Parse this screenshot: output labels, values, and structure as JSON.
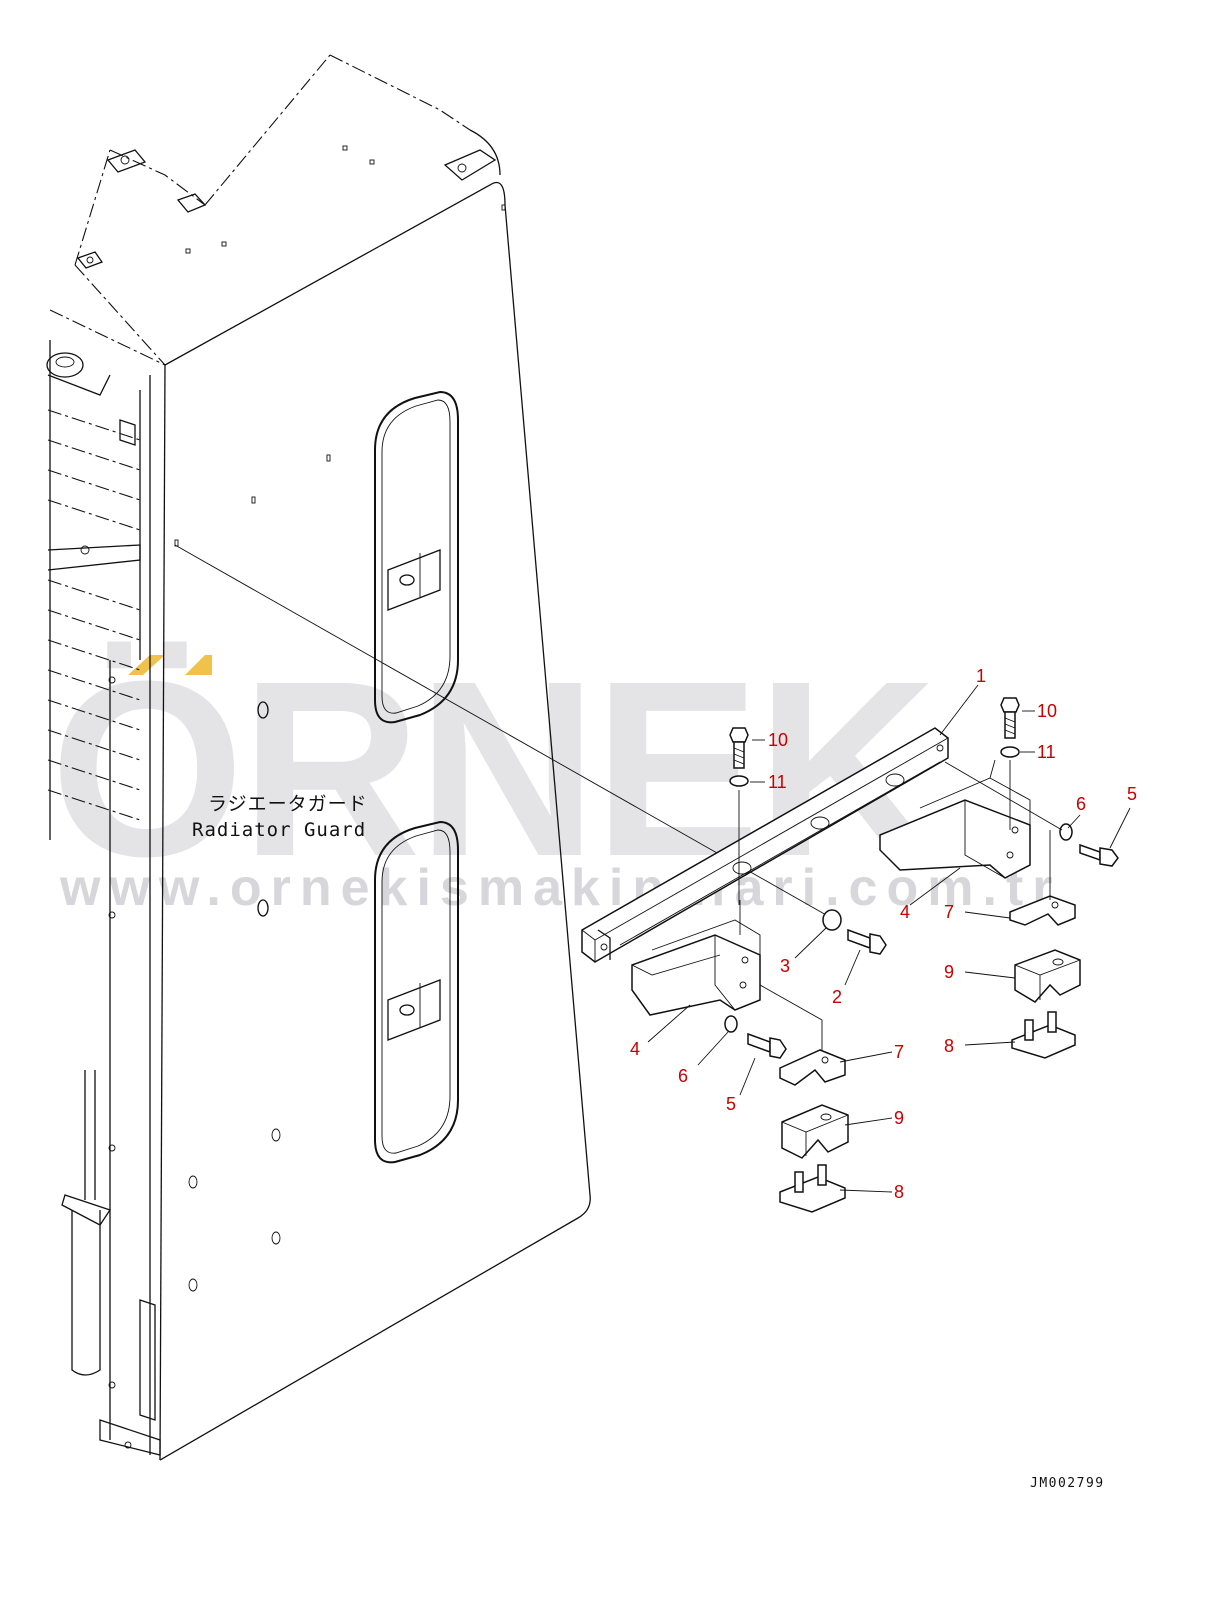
{
  "watermark": {
    "brand": "ÖRNEK",
    "url": "www.ornekismakinalari.com.tr",
    "accent_color": "#f0c24a"
  },
  "part_label": {
    "japanese": "ラジエータガード",
    "english": "Radiator Guard"
  },
  "drawing_code": "JM002799",
  "callout_color": "#c80000",
  "callouts": [
    "1",
    "10",
    "11",
    "10",
    "11",
    "6",
    "5",
    "4",
    "7",
    "9",
    "8",
    "3",
    "2",
    "4",
    "6",
    "5",
    "7",
    "9",
    "8"
  ]
}
